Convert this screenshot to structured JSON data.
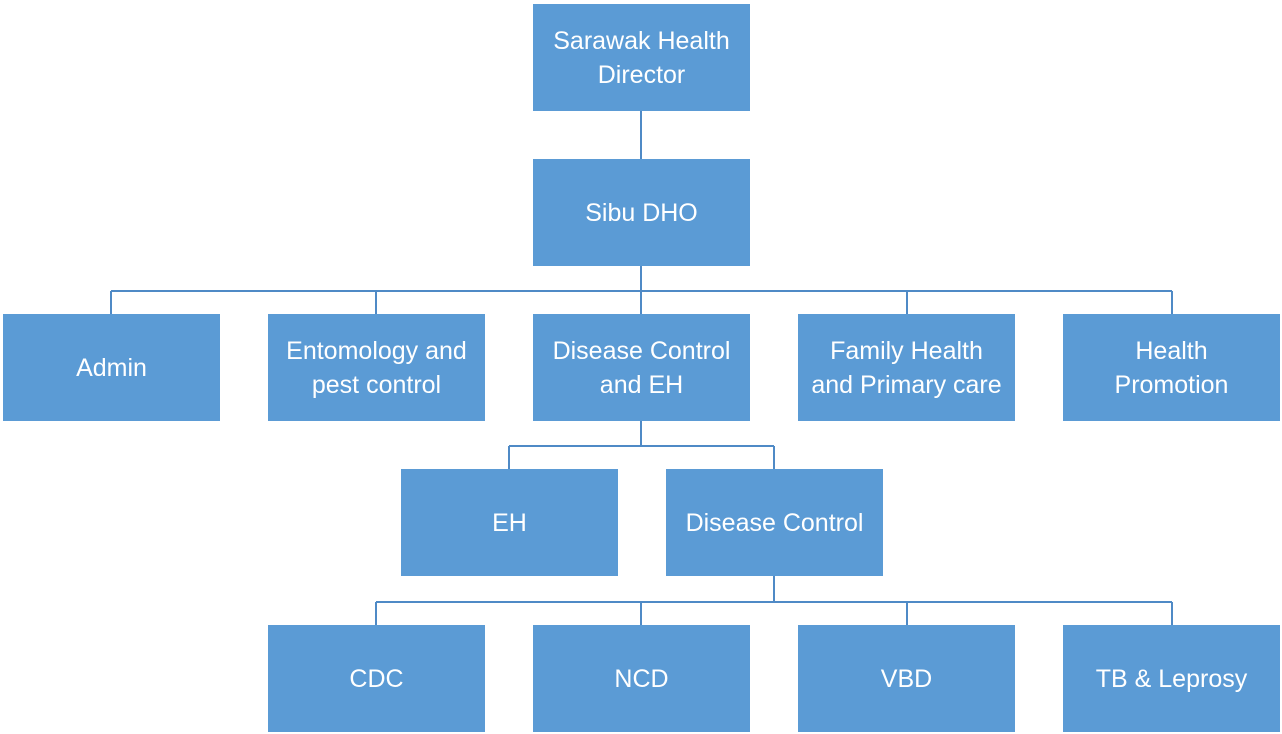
{
  "chart": {
    "connector_color": "#4f8ac6",
    "node_color": "#5b9bd5",
    "text_color": "#ffffff"
  },
  "nodes": {
    "director": "Sarawak Health\nDirector",
    "dho": "Sibu DHO",
    "admin": "Admin",
    "entomology": "Entomology and\npest control",
    "disease_eh": "Disease Control\nand EH",
    "family_health": "Family Health\nand Primary care",
    "health_promotion": "Health\nPromotion",
    "eh": "EH",
    "disease_control": "Disease Control",
    "cdc": "CDC",
    "ncd": "NCD",
    "vbd": "VBD",
    "tb_leprosy": "TB & Leprosy"
  }
}
